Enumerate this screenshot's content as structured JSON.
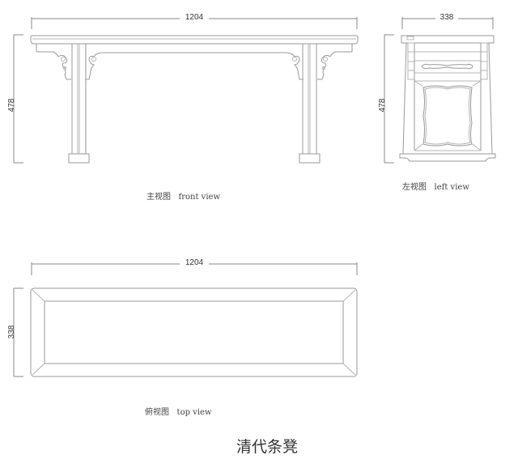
{
  "title": "清代条凳",
  "views": {
    "front": {
      "caption_cn": "主视图",
      "caption_en": "front view",
      "width_label": "1204",
      "height_label": "478"
    },
    "left": {
      "caption_cn": "左视图",
      "caption_en": "left view",
      "width_label": "338",
      "height_label": "478"
    },
    "top": {
      "caption_cn": "俯视图",
      "caption_en": "top view",
      "width_label": "1204",
      "height_label": "338"
    }
  },
  "colors": {
    "line": "#9a9a9a",
    "text": "#333333",
    "background": "#ffffff"
  }
}
